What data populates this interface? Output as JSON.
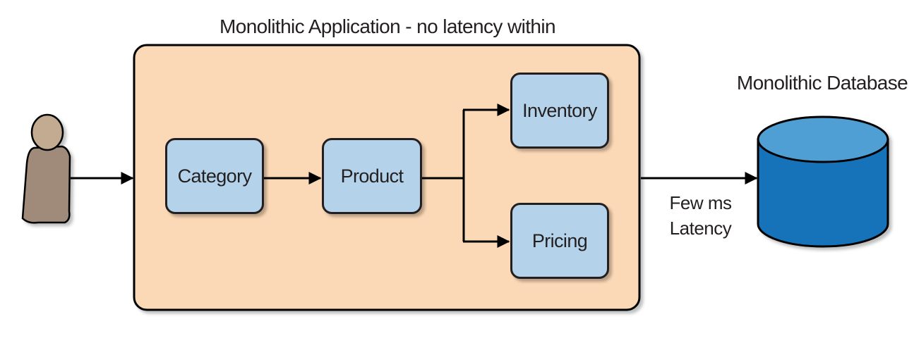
{
  "application": {
    "title": "Monolithic Application - no latency within",
    "services": {
      "category": "Category",
      "product": "Product",
      "inventory": "Inventory",
      "pricing": "Pricing"
    }
  },
  "database": {
    "title": "Monolithic Database"
  },
  "connection": {
    "latency_line1": "Few ms",
    "latency_line2": "Latency"
  },
  "colors": {
    "app_container": "#fcd9b6",
    "service_box": "#b4d3ea",
    "database_top": "#4f9ed4",
    "database_body": "#1273ba",
    "user_figure": "#a08a7a",
    "stroke": "#231f20"
  }
}
